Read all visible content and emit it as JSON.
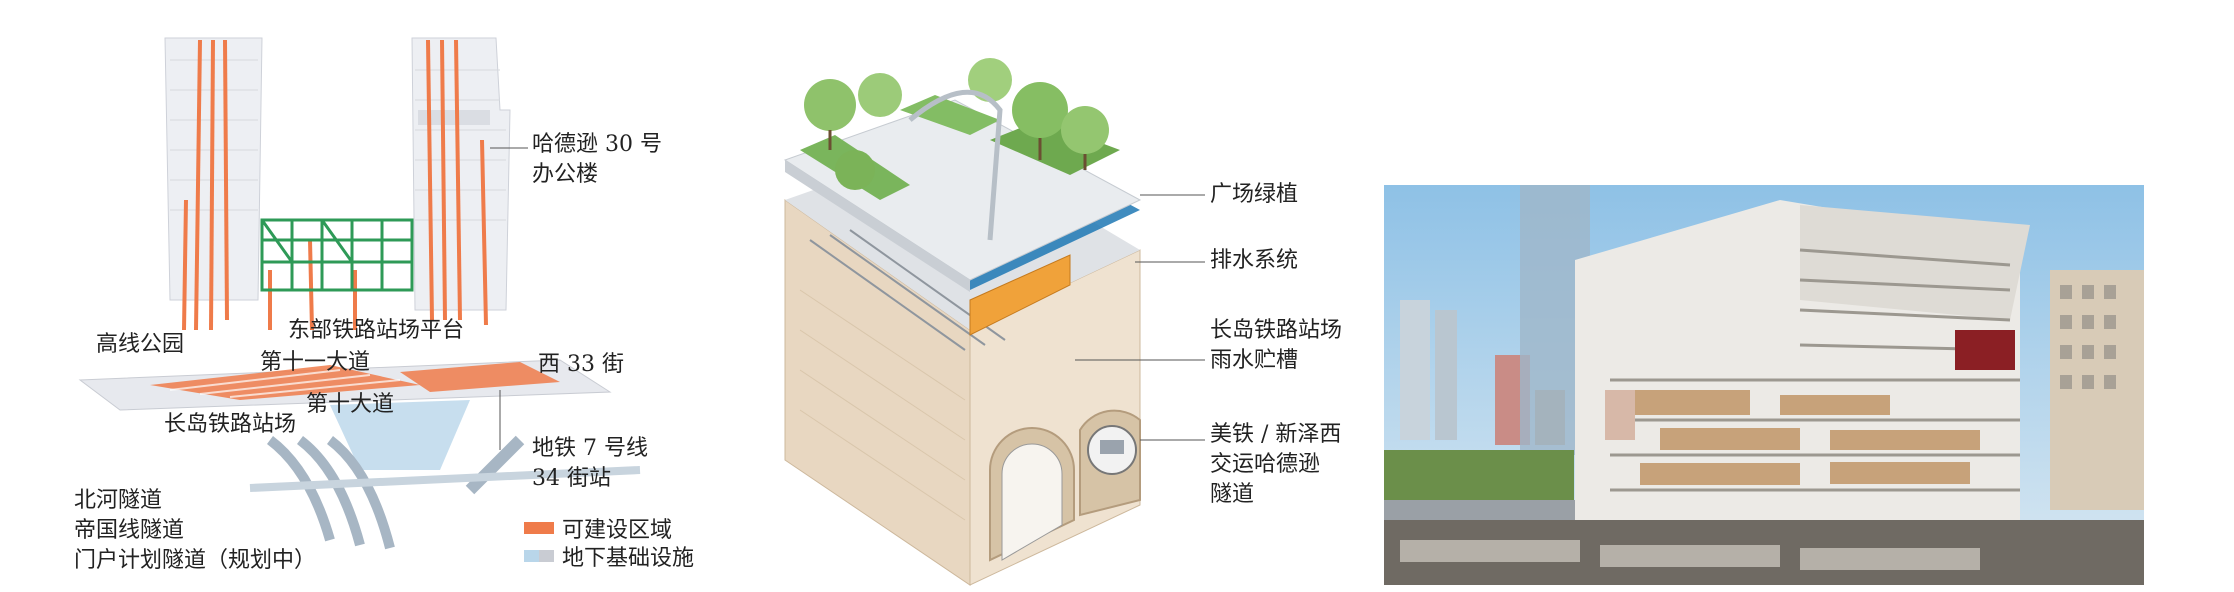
{
  "panel1": {
    "labels": {
      "tower": "哈德逊 30 号\n办公楼",
      "highline": "高线公园",
      "eastern_platform": "东部铁路站场平台",
      "eleventh_ave": "第十一大道",
      "w33": "西 33 街",
      "tenth_ave": "第十大道",
      "li_rail_yard": "长岛铁路站场",
      "subway7": "地铁 7 号线\n34 街站",
      "tunnels": "北河隧道\n帝国线隧道\n门户计划隧道（规划中）"
    },
    "legend": [
      {
        "label": "可建设区域",
        "color": "#ef7b4a"
      },
      {
        "label": "地下基础设施",
        "color": "#b9d6ea"
      }
    ]
  },
  "panel2": {
    "labels": {
      "greenery": "广场绿植",
      "drainage": "排水系统",
      "cistern": "长岛铁路站场\n雨水贮槽",
      "amtrak": "美铁 / 新泽西\n交运哈德逊\n隧道"
    }
  },
  "colors": {
    "orange": "#ef7b4a",
    "blue": "#b9d6ea",
    "green": "#2e9a57"
  }
}
